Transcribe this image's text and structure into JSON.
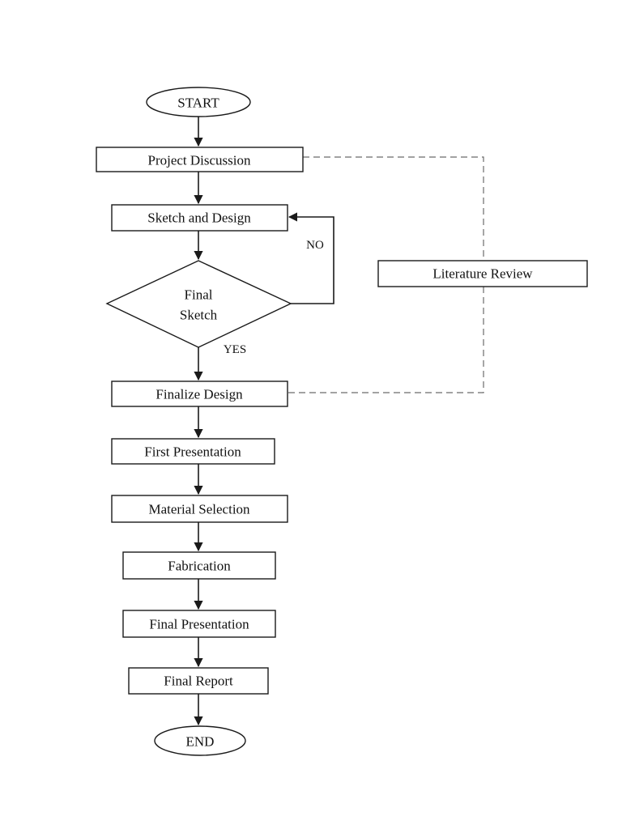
{
  "nodes": {
    "start": "START",
    "project_discussion": "Project Discussion",
    "sketch_and_design": "Sketch and Design",
    "final_sketch_line1": "Final",
    "final_sketch_line2": "Sketch",
    "finalize_design": "Finalize Design",
    "first_presentation": "First Presentation",
    "material_selection": "Material Selection",
    "fabrication": "Fabrication",
    "final_presentation": "Final Presentation",
    "final_report": "Final Report",
    "end": "END",
    "literature_review": "Literature Review"
  },
  "edge_labels": {
    "no": "NO",
    "yes": "YES"
  }
}
